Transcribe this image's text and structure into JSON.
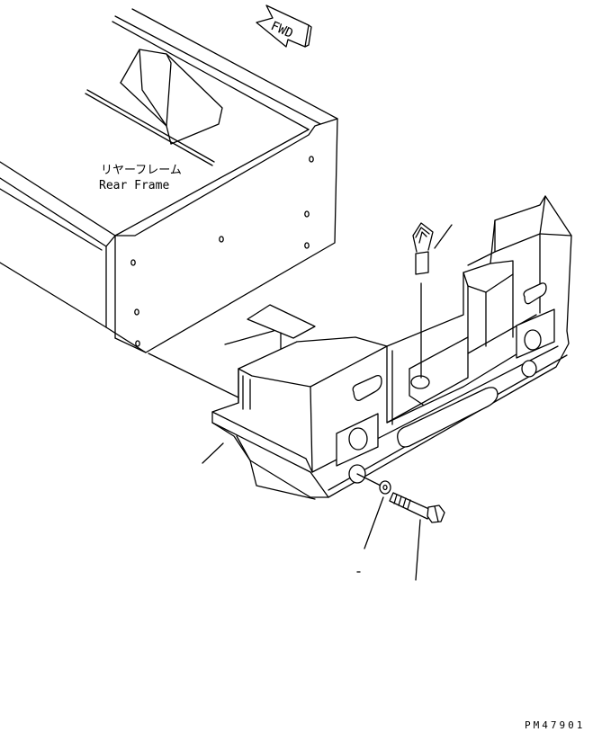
{
  "labels": {
    "fwd": "FWD",
    "rear_frame_ja": "リヤーフレーム",
    "rear_frame_en": "Rear Frame",
    "drawing_code": "PM47901"
  },
  "colors": {
    "line": "#000000",
    "background": "#ffffff"
  }
}
